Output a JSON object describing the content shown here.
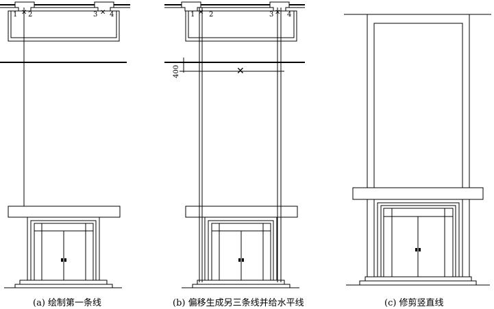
{
  "panels": [
    {
      "id": "a",
      "caption": "(a) 绘制第一条线",
      "markers": [
        "1",
        "2",
        "3",
        "4"
      ]
    },
    {
      "id": "b",
      "caption": "(b) 偏移生成另三条线并给水平线",
      "markers": [
        "1",
        "2",
        "3",
        "4"
      ],
      "dimension": "400"
    },
    {
      "id": "c",
      "caption": "(c) 修剪竖直线"
    }
  ]
}
